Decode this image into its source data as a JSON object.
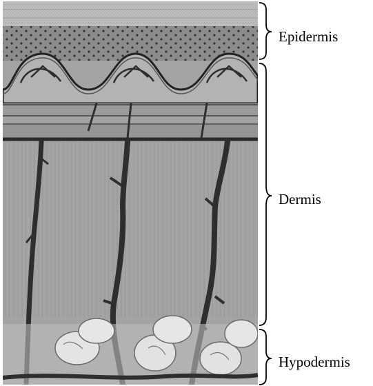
{
  "diagram": {
    "labels": {
      "epidermis": "Epidermis",
      "dermis": "Dermis",
      "hypodermis": "Hypodermis"
    }
  },
  "colors": {
    "epidermis_top": "#b9b9b9",
    "epidermis_band": "#8e8e8e",
    "dermis": "#a3a3a3",
    "vessel": "#2e2e2e",
    "fat": "#e2e2e2",
    "bracket": "#000000"
  }
}
